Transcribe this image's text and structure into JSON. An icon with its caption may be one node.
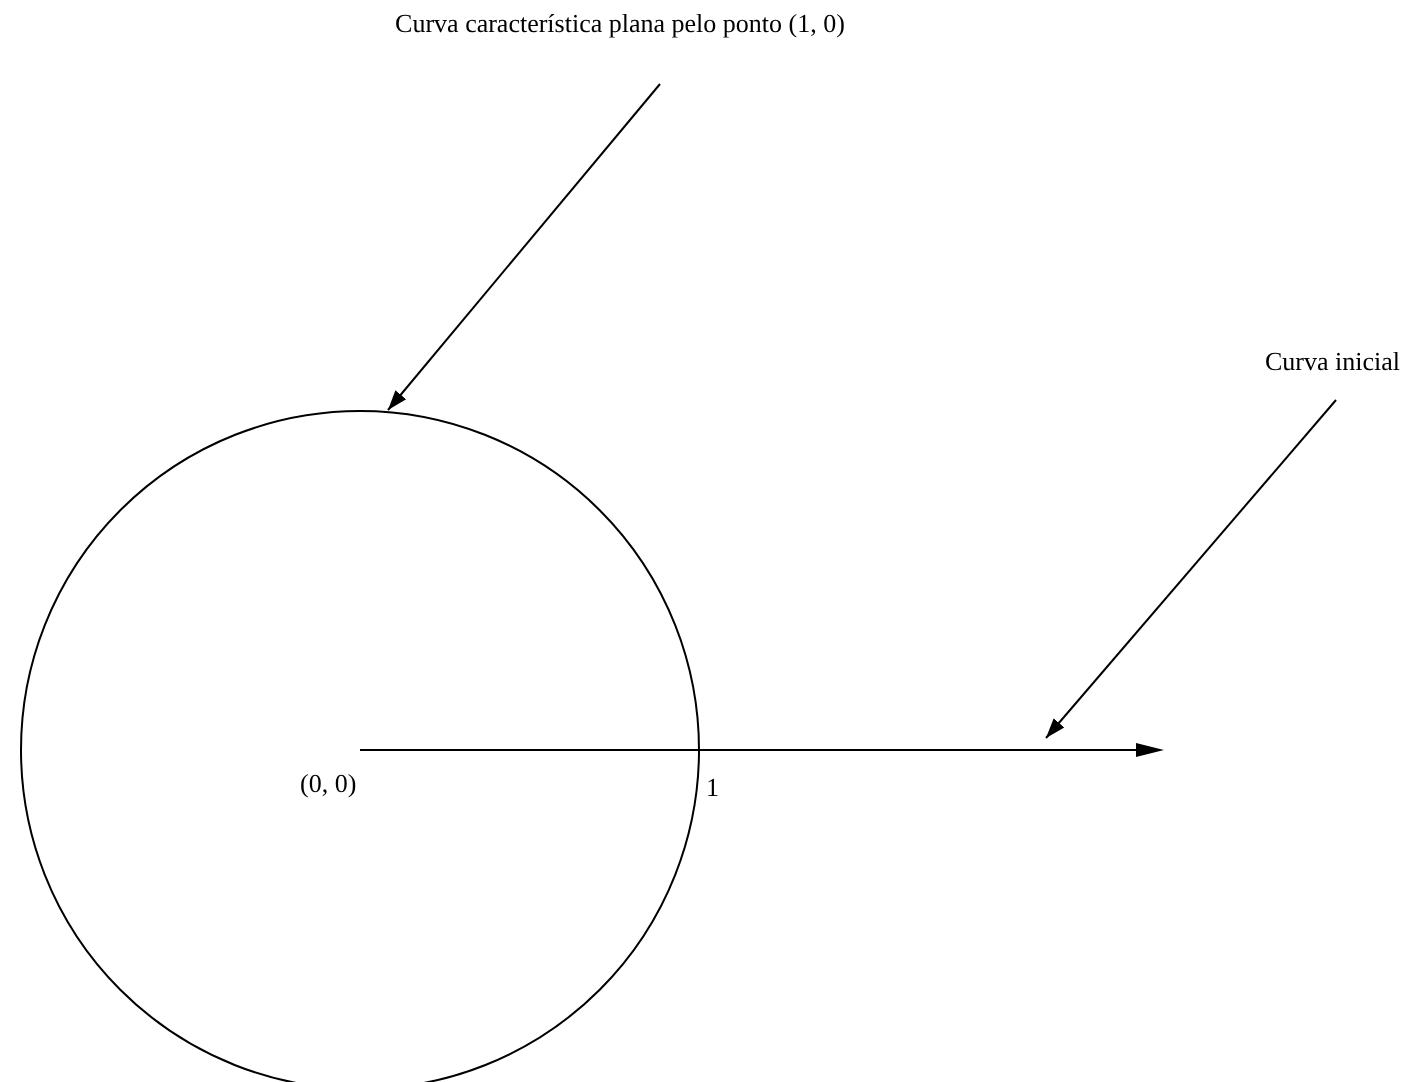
{
  "diagram": {
    "nodes": [
      {
        "text": [
          "Curva característica plana pelo ponto (1, 0)"
        ]
      },
      {
        "text": [],
        "shape": "circle"
      },
      {
        "text": [
          "Curva inicial"
        ]
      },
      {
        "text": [],
        "shape": "arrow"
      }
    ],
    "edges": [
      {
        "from": 0,
        "to": 1,
        "arrow": "to"
      },
      {
        "from": 2,
        "to": 3,
        "arrow": "to"
      }
    ],
    "labels": [
      "(0, 0)",
      "1"
    ]
  }
}
